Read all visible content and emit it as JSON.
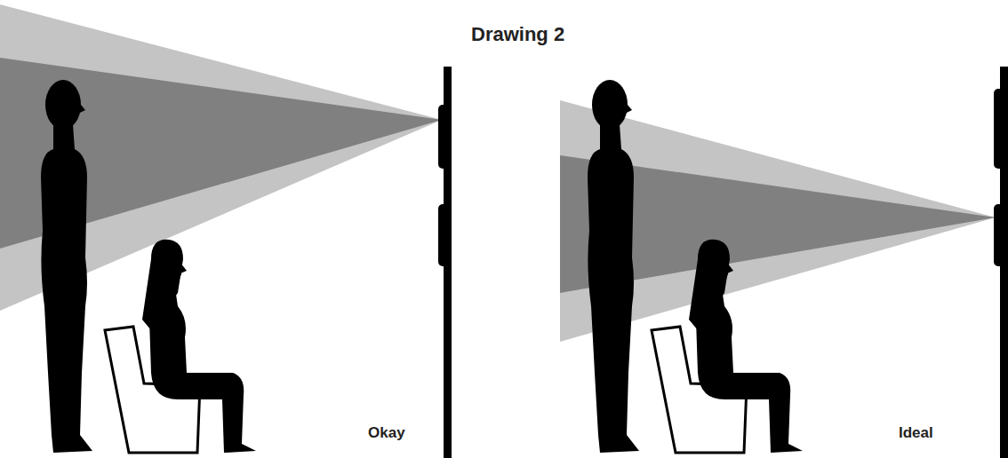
{
  "diagram": {
    "title": "Drawing 2",
    "labels": [
      "Okay",
      "Ideal"
    ]
  }
}
